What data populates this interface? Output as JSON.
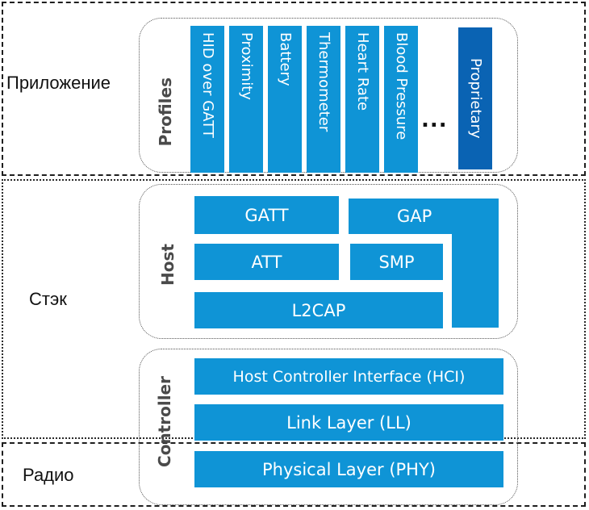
{
  "layers": {
    "application": "Приложение",
    "stack": "Стэк",
    "radio": "Радио"
  },
  "profiles": {
    "title": "Profiles",
    "items": [
      "HID over GATT",
      "Proximity",
      "Battery",
      "Thermometer",
      "Heart Rate",
      "Blood Pressure"
    ],
    "ellipsis": "...",
    "proprietary": "Proprietary"
  },
  "host": {
    "title": "Host",
    "gatt": "GATT",
    "gap": "GAP",
    "att": "ATT",
    "smp": "SMP",
    "l2cap": "L2CAP"
  },
  "controller": {
    "title": "Controller",
    "hci": "Host Controller Interface (HCI)",
    "ll": "Link Layer (LL)",
    "phy": "Physical Layer (PHY)"
  },
  "colors": {
    "block": "#0f94d6",
    "proprietary": "#0a63b3"
  }
}
